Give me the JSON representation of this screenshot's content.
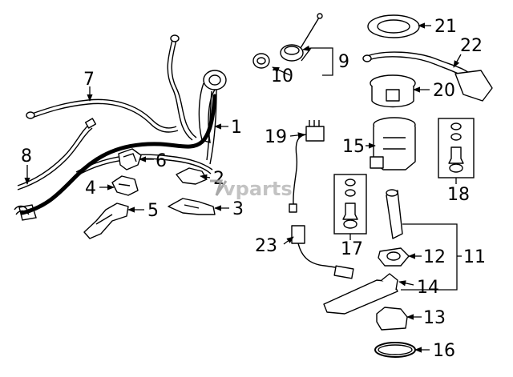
{
  "watermark": {
    "text": "vparts"
  },
  "callouts": {
    "c1": "1",
    "c2": "2",
    "c3": "3",
    "c4": "4",
    "c5": "5",
    "c6": "6",
    "c7": "7",
    "c8": "8",
    "c9": "9",
    "c10": "10",
    "c11": "11",
    "c12": "12",
    "c13": "13",
    "c14": "14",
    "c15": "15",
    "c16": "16",
    "c17": "17",
    "c18": "18",
    "c19": "19",
    "c20": "20",
    "c21": "21",
    "c22": "22",
    "c23": "23"
  }
}
